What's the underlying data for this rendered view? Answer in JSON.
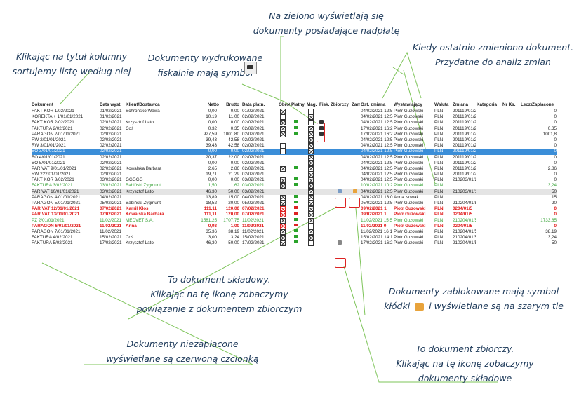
{
  "annotations": {
    "overpay": "Na zielono wyświetlają się\ndokumenty posiadające nadpłatę",
    "sort": "Klikając na tytuł kolumny\nsortujemy listę według niej",
    "fiscal": "Dokumenty wydrukowane\nfiskalnie mają symbol",
    "lastchange": "Kiedy ostatnio zmieniono dokument.\nPrzydatne do analiz zmian",
    "component": "To dokument składowy.\nKlikając na tę ikonę zobaczymy\npowiązanie z dokumentem zbiorczym",
    "locked_a": "Dokumenty zablokowane  mają symbol",
    "locked_b": "kłódki",
    "locked_c": "i wyświetlane są na szarym tle",
    "unpaid": "Dokumenty niezapłacone\nwyświetlane są czerwoną czcionką",
    "collective": "To dokument zbiorczy.\nKlikając na tę ikonę zobaczymy\ndokumenty składowe"
  },
  "columns": [
    "Dokument",
    "Data wyst.",
    "Klient/Dostawca",
    "Netto",
    "Brutto",
    "Data płatn.",
    "Obrót",
    "Płatny",
    "Mag.",
    "Fisk.",
    "Zbiorczy",
    "Zamk",
    "Ost. zmiana",
    "Wystawiający",
    "Waluta",
    "Zmiana",
    "Kategoria",
    "Nr Ks.",
    "Leczenia",
    "Zapłacone"
  ],
  "rows": [
    {
      "doc": "FAKT KOR 1/02/2021",
      "date": "01/02/2021",
      "client": "Schronsko Wawa",
      "net": "0,00",
      "gross": "0,00",
      "pay": "01/02/2021",
      "obrot": "x",
      "platny": "",
      "mag": "c",
      "fisk": "",
      "zb": "",
      "zamk": "",
      "ost": "04/02/2021 12:5",
      "wyst": "Piotr Guzowski",
      "wal": "PLN",
      "zm": "201119/01/2",
      "zap": "0",
      "style": ""
    },
    {
      "doc": "KOREKTA + 1/01/01/2021",
      "date": "01/02/2021",
      "client": "",
      "net": "10,19",
      "gross": "11,00",
      "pay": "02/02/2021",
      "obrot": "c",
      "platny": "",
      "mag": "x",
      "fisk": "",
      "zb": "",
      "zamk": "",
      "ost": "04/02/2021 12:5",
      "wyst": "Piotr Guzowski",
      "wal": "PLN",
      "zm": "201119/01/2",
      "zap": "0",
      "style": ""
    },
    {
      "doc": "FAKT KOR 2/02/2021",
      "date": "02/02/2021",
      "client": "Krzysztof Lato",
      "net": "0,00",
      "gross": "0,00",
      "pay": "02/02/2021",
      "obrot": "x",
      "platny": "g",
      "mag": "c",
      "fisk": "f",
      "zb": "",
      "zamk": "",
      "ost": "04/02/2021 12:5",
      "wyst": "Piotr Guzowski",
      "wal": "PLN",
      "zm": "201119/01/2",
      "zap": "0",
      "style": ""
    },
    {
      "doc": "FAKTURA 2/02/2021",
      "date": "02/02/2021",
      "client": "Coś",
      "net": "0,32",
      "gross": "0,35",
      "pay": "02/02/2021",
      "obrot": "x",
      "platny": "g",
      "mag": "x",
      "fisk": "f",
      "zb": "",
      "zamk": "",
      "ost": "17/02/2021 16:2",
      "wyst": "Piotr Guzowski",
      "wal": "PLN",
      "zm": "201119/01/2",
      "zap": "0,35",
      "style": ""
    },
    {
      "doc": "PARAGON 2/01/01/2021",
      "date": "02/02/2021",
      "client": "",
      "net": "927,59",
      "gross": "1001,80",
      "pay": "02/02/2021",
      "obrot": "x",
      "platny": "g",
      "mag": "x",
      "fisk": "f",
      "zb": "",
      "zamk": "",
      "ost": "17/02/2021 16:2",
      "wyst": "Piotr Guzowski",
      "wal": "PLN",
      "zm": "201119/01/2",
      "zap": "1001,8",
      "style": ""
    },
    {
      "doc": "RW 2/01/01/2021",
      "date": "02/02/2021",
      "client": "",
      "net": "39,43",
      "gross": "42,58",
      "pay": "02/02/2021",
      "obrot": "",
      "platny": "",
      "mag": "x",
      "fisk": "",
      "zb": "",
      "zamk": "",
      "ost": "04/02/2021 12:5",
      "wyst": "Piotr Guzowski",
      "wal": "PLN",
      "zm": "201119/01/2",
      "zap": "0",
      "style": ""
    },
    {
      "doc": "RW 3/01/01/2021",
      "date": "02/02/2021",
      "client": "",
      "net": "39,43",
      "gross": "42,58",
      "pay": "02/02/2021",
      "obrot": "c",
      "platny": "",
      "mag": "x",
      "fisk": "",
      "zb": "",
      "zamk": "",
      "ost": "04/02/2021 12:5",
      "wyst": "Piotr Guzowski",
      "wal": "PLN",
      "zm": "201119/01/2",
      "zap": "0",
      "style": ""
    },
    {
      "doc": "BO 3/01/01/2021",
      "date": "02/02/2021",
      "client": "",
      "net": "0,00",
      "gross": "0,00",
      "pay": "02/02/2021",
      "obrot": "c",
      "platny": "",
      "mag": "x",
      "fisk": "",
      "zb": "",
      "zamk": "",
      "ost": "04/02/2021 12:5",
      "wyst": "Piotr Guzowski",
      "wal": "PLN",
      "zm": "201119/01/2",
      "zap": "0",
      "style": "sel"
    },
    {
      "doc": "BO 4/01/01/2021",
      "date": "02/02/2021",
      "client": "",
      "net": "20,37",
      "gross": "22,00",
      "pay": "02/02/2021",
      "obrot": "",
      "platny": "",
      "mag": "x",
      "fisk": "",
      "zb": "",
      "zamk": "",
      "ost": "04/02/2021 12:5",
      "wyst": "Piotr Guzowski",
      "wal": "PLN",
      "zm": "201119/01/2",
      "zap": "0",
      "style": ""
    },
    {
      "doc": "BO 5/01/01/2021",
      "date": "02/02/2021",
      "client": "",
      "net": "0,00",
      "gross": "0,00",
      "pay": "02/02/2021",
      "obrot": "",
      "platny": "",
      "mag": "x",
      "fisk": "",
      "zb": "",
      "zamk": "",
      "ost": "04/02/2021 12:5",
      "wyst": "Piotr Guzowski",
      "wal": "PLN",
      "zm": "201119/01/2",
      "zap": "0",
      "style": ""
    },
    {
      "doc": "PAR VAT 9/01/01/2021",
      "date": "02/02/2021",
      "client": "Kowalska Barbara",
      "net": "2,65",
      "gross": "2,86",
      "pay": "02/02/2021",
      "obrot": "x",
      "platny": "g",
      "mag": "x",
      "fisk": "",
      "zb": "",
      "zamk": "",
      "ost": "04/02/2021 12:5",
      "wyst": "Piotr Guzowski",
      "wal": "PLN",
      "zm": "201119/01/2",
      "zap": "2,86",
      "style": ""
    },
    {
      "doc": "RW 222/01/01/2021",
      "date": "02/02/2021",
      "client": "",
      "net": "19,71",
      "gross": "21,29",
      "pay": "02/02/2021",
      "obrot": "",
      "platny": "",
      "mag": "x",
      "fisk": "",
      "zb": "",
      "zamk": "",
      "ost": "04/02/2021 12:5",
      "wyst": "Piotr Guzowski",
      "wal": "PLN",
      "zm": "201119/01/2",
      "zap": "0",
      "style": ""
    },
    {
      "doc": "FAKT KOR 3/02/2021",
      "date": "03/02/2021",
      "client": "GGGGG",
      "net": "0,00",
      "gross": "0,00",
      "pay": "03/02/2021",
      "obrot": "x",
      "platny": "g",
      "mag": "x",
      "fisk": "",
      "zb": "",
      "zamk": "",
      "ost": "04/02/2021 12:5",
      "wyst": "Piotr Guzowski",
      "wal": "PLN",
      "zm": "210203/01/2",
      "zap": "0",
      "style": ""
    },
    {
      "doc": "FAKTURA 3/02/2021",
      "date": "03/02/2021",
      "client": "Babiński Zygmunt",
      "net": "1,50",
      "gross": "1,62",
      "pay": "03/02/2021",
      "obrot": "x",
      "platny": "g",
      "mag": "x",
      "fisk": "",
      "zb": "",
      "zamk": "",
      "ost": "10/02/2021 10:2",
      "wyst": "Piotr Guzowski",
      "wal": "PLN",
      "zm": "",
      "zap": "3,24",
      "style": "green"
    },
    {
      "doc": "PAR VAT 10/01/01/2021",
      "date": "03/02/2021",
      "client": "Krzysztof Lato",
      "net": "46,30",
      "gross": "50,00",
      "pay": "03/02/2021",
      "obrot": "",
      "platny": "",
      "mag": "x",
      "fisk": "",
      "zb": "z",
      "zamk": "k",
      "ost": "04/02/2021 12:5",
      "wyst": "Piotr Guzowski",
      "wal": "PLN",
      "zm": "210203/01/1",
      "zap": "50",
      "style": "lock"
    },
    {
      "doc": "PARAGON 4/01/01/2021",
      "date": "04/02/2021",
      "client": "",
      "net": "13,89",
      "gross": "15,00",
      "pay": "04/02/2021",
      "obrot": "x",
      "platny": "g",
      "mag": "x",
      "fisk": "",
      "zb": "",
      "zamk": "",
      "ost": "04/02/2021 13:0",
      "wyst": "Anna Nowak",
      "wal": "PLN",
      "zm": "",
      "zap": "15",
      "style": ""
    },
    {
      "doc": "PARAGON 5/01/01/2021",
      "date": "05/02/2021",
      "client": "Babiński Zygmunt",
      "net": "18,52",
      "gross": "20,00",
      "pay": "05/02/2021",
      "obrot": "x",
      "platny": "g",
      "mag": "x",
      "fisk": "",
      "zb": "",
      "zamk": "",
      "ost": "05/02/2021 12:5",
      "wyst": "Piotr Guzowski",
      "wal": "PLN",
      "zm": "210204/01/5",
      "zap": "20",
      "style": ""
    },
    {
      "doc": "PAR VAT 12/01/01/2021",
      "date": "07/02/2021",
      "client": "Kamil Kłos",
      "net": "111,11",
      "gross": "120,00",
      "pay": "07/02/2021",
      "obrot": "rx",
      "platny": "r",
      "mag": "x",
      "fisk": "",
      "zb": "",
      "zamk": "",
      "ost": "09/02/2021 1",
      "wyst": "Piotr Guzowski",
      "wal": "PLN",
      "zm": "0204/01/5",
      "zap": "0",
      "style": "red"
    },
    {
      "doc": "PAR VAT 13/01/01/2021",
      "date": "07/02/2021",
      "client": "Kowalska Barbara",
      "net": "111,11",
      "gross": "120,00",
      "pay": "07/02/2021",
      "obrot": "rx",
      "platny": "r",
      "mag": "x",
      "fisk": "",
      "zb": "",
      "zamk": "",
      "ost": "09/02/2021 1",
      "wyst": "Piotr Guzowski",
      "wal": "PLN",
      "zm": "0204/01/5",
      "zap": "0",
      "style": "red"
    },
    {
      "doc": "PZ 2/01/01/2021",
      "date": "11/02/2021",
      "client": "MEDVET S.A.",
      "net": "1581,25",
      "gross": "1707,75",
      "pay": "11/02/2021",
      "obrot": "x",
      "platny": "g",
      "mag": "x",
      "fisk": "",
      "zb": "",
      "zamk": "",
      "ost": "11/02/2021 15:5",
      "wyst": "Piotr Guzowski",
      "wal": "PLN",
      "zm": "210204/01/5",
      "zap": "1733,85",
      "style": "green"
    },
    {
      "doc": "PARAGON 6/01/01/2021",
      "date": "11/02/2021",
      "client": "Anna",
      "net": "0,93",
      "gross": "1,00",
      "pay": "11/02/2021",
      "obrot": "rx",
      "platny": "r",
      "mag": "c",
      "fisk": "",
      "zb": "",
      "zamk": "",
      "ost": "11/02/2021 0",
      "wyst": "Piotr Guzowski",
      "wal": "PLN",
      "zm": "0204/01/5",
      "zap": "0",
      "style": "red"
    },
    {
      "doc": "PARAGON 7/01/01/2021",
      "date": "11/02/2021",
      "client": "",
      "net": "35,36",
      "gross": "38,19",
      "pay": "11/02/2021",
      "obrot": "x",
      "platny": "g",
      "mag": "x",
      "fisk": "",
      "zb": "",
      "zamk": "",
      "ost": "11/02/2021 16:1",
      "wyst": "Piotr Guzowski",
      "wal": "PLN",
      "zm": "210204/01/5",
      "zap": "38,19",
      "style": ""
    },
    {
      "doc": "FAKTURA 4/02/2021",
      "date": "15/02/2021",
      "client": "Coś",
      "net": "3,00",
      "gross": "3,24",
      "pay": "15/02/2021",
      "obrot": "x",
      "platny": "g",
      "mag": "x",
      "fisk": "",
      "zb": "",
      "zamk": "",
      "ost": "15/02/2021 14:1",
      "wyst": "Piotr Guzowski",
      "wal": "PLN",
      "zm": "210204/01/5",
      "zap": "3,24",
      "style": ""
    },
    {
      "doc": "FAKTURA 5/02/2021",
      "date": "17/02/2021",
      "client": "Krzysztof Lato",
      "net": "46,30",
      "gross": "50,00",
      "pay": "17/02/2021",
      "obrot": "x",
      "platny": "g",
      "mag": "c",
      "fisk": "",
      "zb": "s",
      "zamk": "",
      "ost": "17/02/2021 16:2",
      "wyst": "Piotr Guzowski",
      "wal": "PLN",
      "zm": "210204/01/5",
      "zap": "50",
      "style": ""
    }
  ]
}
